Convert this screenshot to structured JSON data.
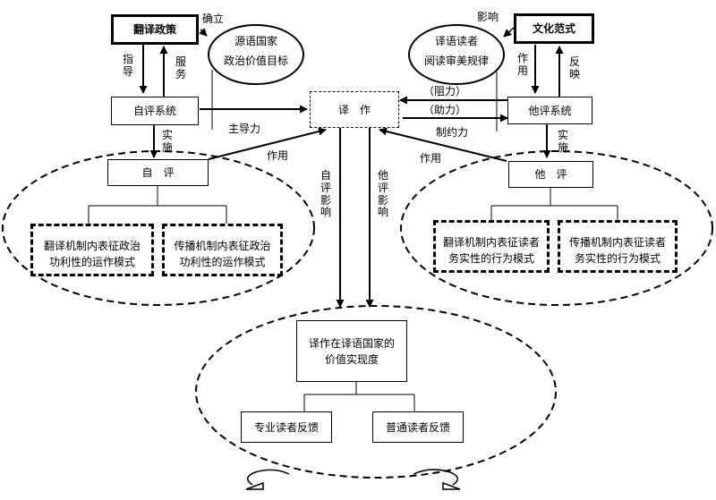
{
  "nodes": {
    "translation_policy": "翻译政策",
    "cultural_paradigm": "文化范式",
    "source_country_goal_l1": "源语国家",
    "source_country_goal_l2": "政治价值目标",
    "target_reader_l1": "译语读者",
    "target_reader_l2": "阅读审美规律",
    "self_eval_system": "自评系统",
    "translation_work": "译　作",
    "other_eval_system": "他评系统",
    "self_eval": "自　评",
    "other_eval": "他　评",
    "self_mech1_l1": "翻译机制内表征政治",
    "self_mech1_l2": "功利性的运作模式",
    "self_mech2_l1": "传播机制内表征政治",
    "self_mech2_l2": "功利性的运作模式",
    "other_mech1_l1": "翻译机制内表征读者",
    "other_mech1_l2": "务实性的行为模式",
    "other_mech2_l1": "传播机制内表征读者",
    "other_mech2_l2": "务实性的行为模式",
    "value_realization_l1": "译作在译语国家的",
    "value_realization_l2": "价值实现度",
    "professional_feedback": "专业读者反馈",
    "general_feedback": "普通读者反馈"
  },
  "edge_labels": {
    "establish": "确立",
    "influence": "影响",
    "guide": "指导",
    "serve": "服务",
    "effect_right": "作用",
    "reflect": "反映",
    "main_force": "主导力",
    "resistance": "（阻力）",
    "assistance": "（助力）",
    "constraint": "制约力",
    "implement_left": "实施",
    "implement_right": "实施",
    "effect_left": "作用",
    "effect_right2": "作用",
    "self_influence": "自评影响",
    "other_influence": "他评影响"
  }
}
